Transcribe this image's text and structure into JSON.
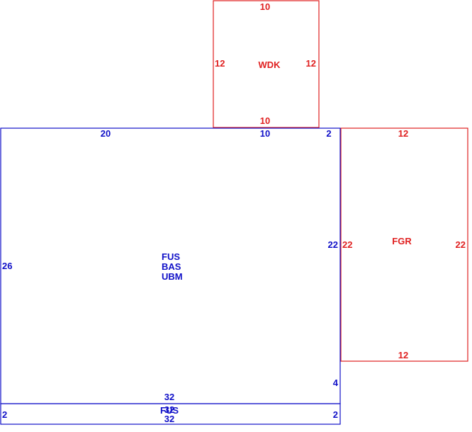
{
  "colors": {
    "main": "#1010c8",
    "addon": "#e02020"
  },
  "wdk": {
    "code": "WDK",
    "top": "10",
    "bottom": "10",
    "left": "12",
    "right": "12"
  },
  "main": {
    "codes": [
      "FUS",
      "BAS",
      "UBM"
    ],
    "top_left": "20",
    "top_mid": "10",
    "top_right": "2",
    "left": "26",
    "right": "22",
    "right_low": "4"
  },
  "fgr": {
    "code": "FGR",
    "top": "12",
    "bottom": "12",
    "left": "22",
    "right": "22"
  },
  "strip": {
    "code": "FUS",
    "overlap_code": "FUS",
    "top": "32",
    "bottom": "32",
    "left": "2",
    "right": "2",
    "center_overlap": "32"
  }
}
